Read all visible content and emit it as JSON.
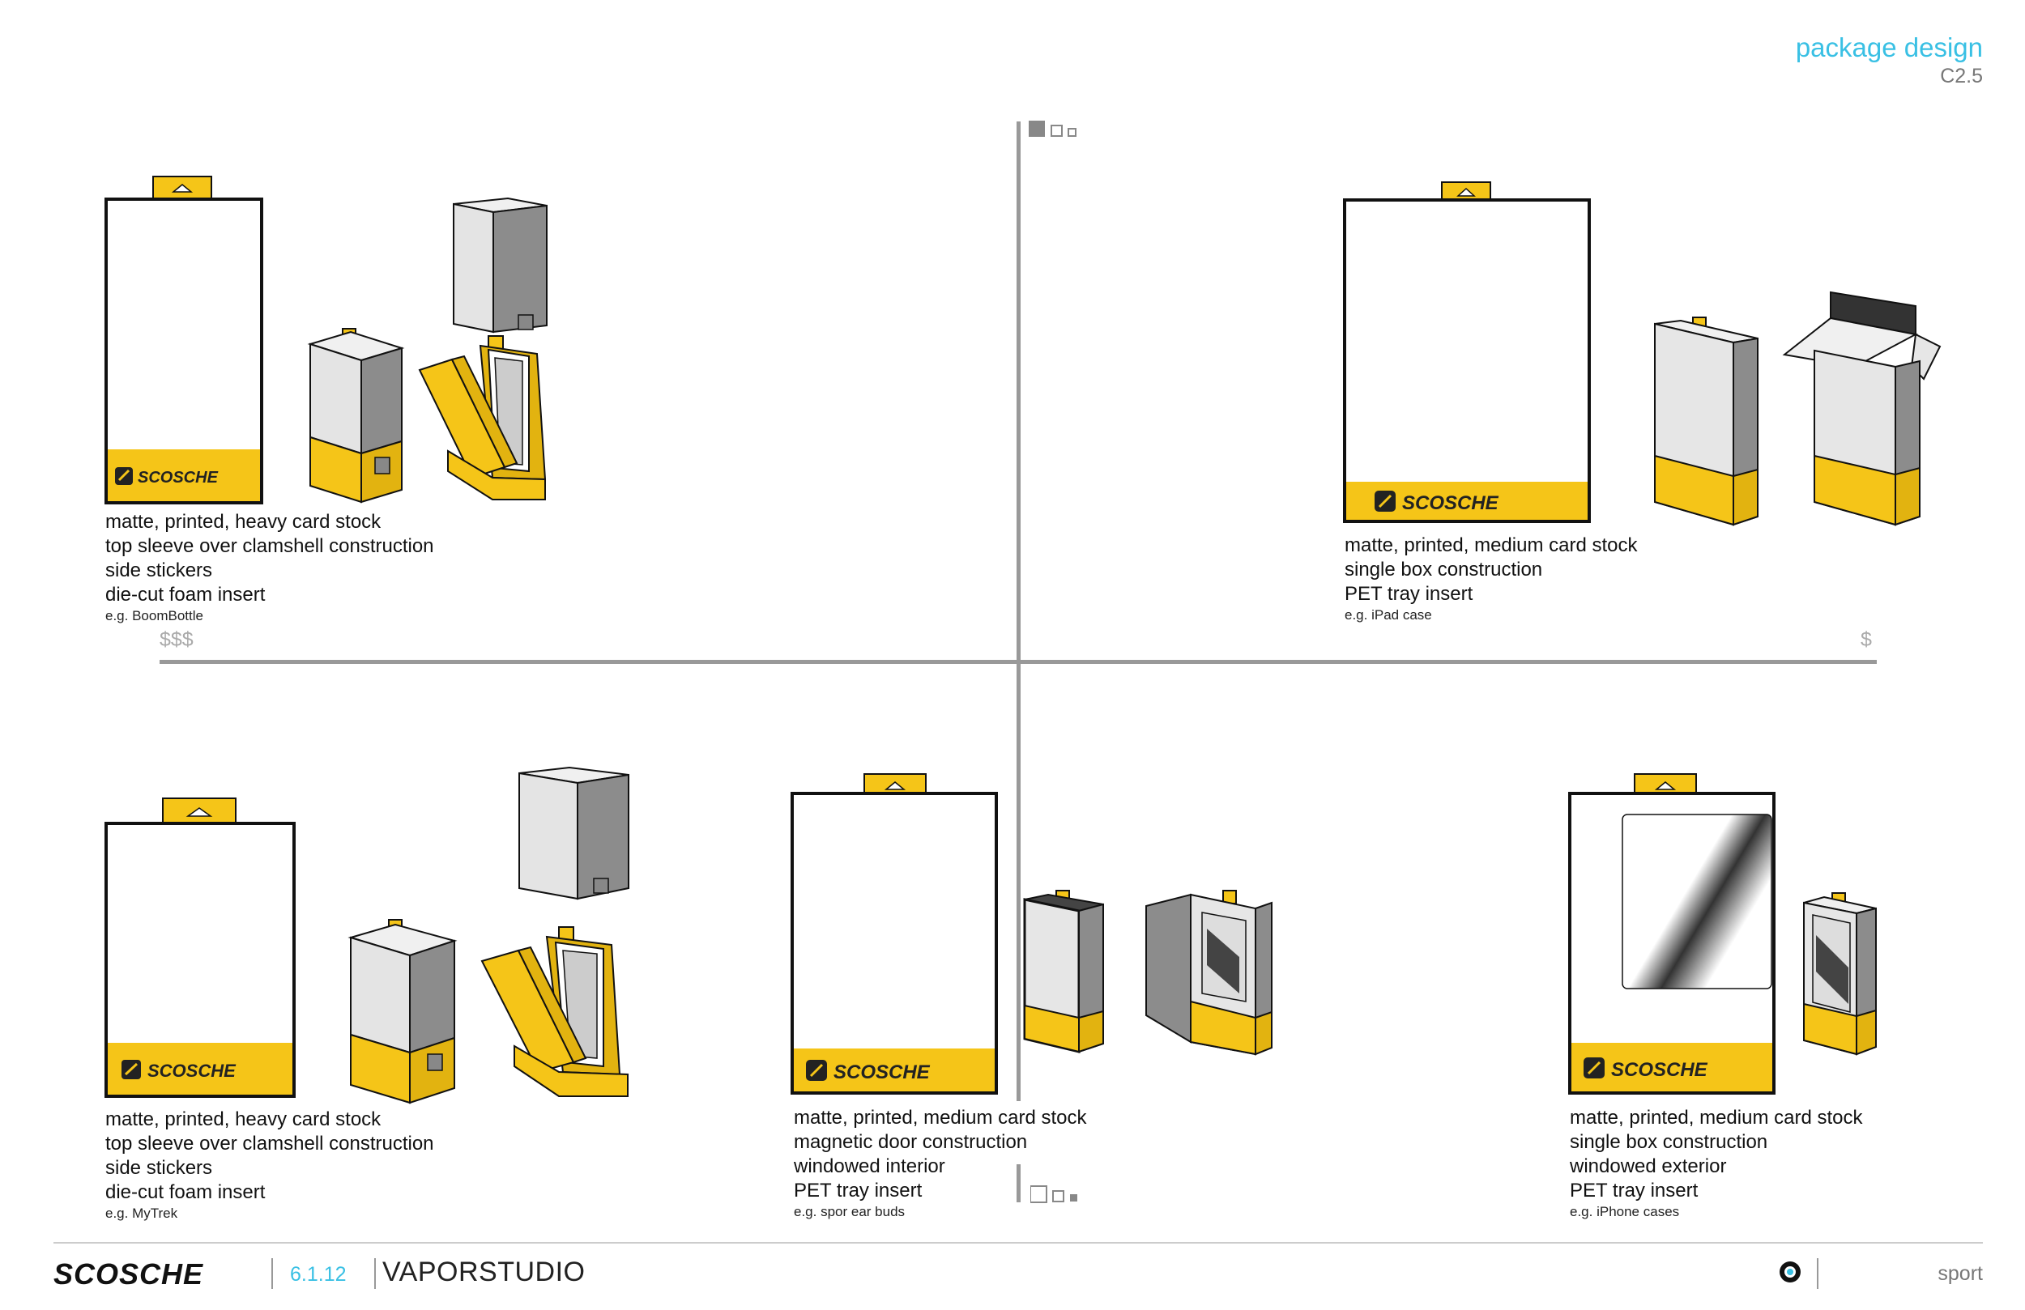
{
  "header": {
    "title": "package design",
    "code": "C2.5"
  },
  "prices": {
    "high": "$$$",
    "low": "$"
  },
  "brand": {
    "logo_text": "SCOSCHE",
    "accent": "#f5c518",
    "dark": "#111111",
    "cyan": "#39c0e4"
  },
  "quadrants": {
    "top_left": {
      "lines": [
        "matte, printed, heavy card stock",
        "top sleeve over clamshell construction",
        "side stickers",
        "die-cut foam insert"
      ],
      "example": "e.g. BoomBottle"
    },
    "top_right": {
      "lines": [
        "matte, printed, medium card stock",
        "single box construction",
        "PET tray insert"
      ],
      "example": "e.g. iPad case"
    },
    "bottom_left": {
      "lines": [
        "matte, printed, heavy card stock",
        "top sleeve over clamshell construction",
        "side stickers",
        "die-cut foam insert"
      ],
      "example": "e.g. MyTrek"
    },
    "bottom_mid": {
      "lines": [
        "matte, printed, medium card stock",
        "magnetic door construction",
        "windowed interior",
        "PET tray insert"
      ],
      "example": "e.g. spor ear buds"
    },
    "bottom_right": {
      "lines": [
        "matte, printed, medium card stock",
        "single box construction",
        "windowed exterior",
        "PET tray insert"
      ],
      "example": "e.g. iPhone cases"
    }
  },
  "footer": {
    "logo_text": "SCOSCHE",
    "date": "6.1.12",
    "studio_bold": "VAPOR",
    "studio_rest": "STUDIO",
    "section": "sport",
    "icons": [
      "scosche-logo",
      "camera-lens-icon",
      "page-indicator-icon"
    ]
  }
}
